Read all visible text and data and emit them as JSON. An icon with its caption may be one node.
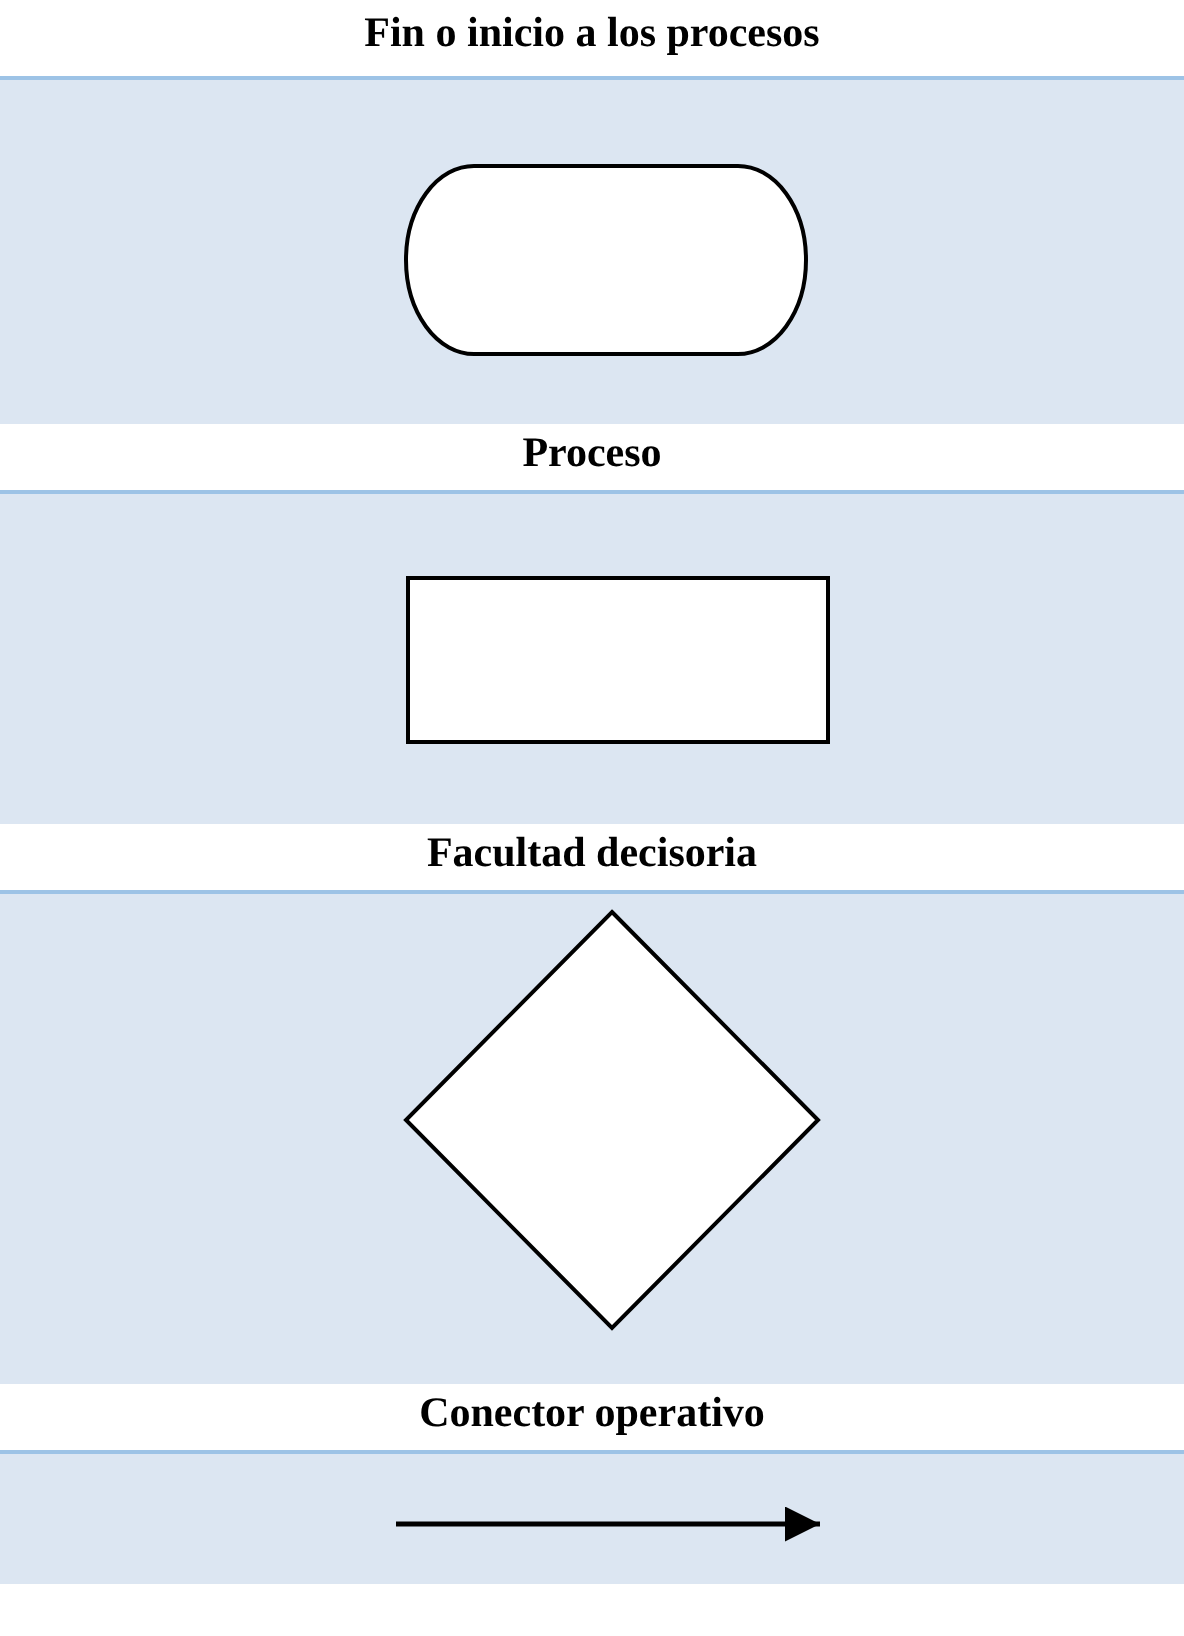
{
  "diagram": {
    "nodes": [
      {
        "text": [],
        "shape": "capsule"
      },
      {
        "text": [],
        "shape": "box"
      },
      {
        "text": [],
        "shape": "diamond"
      }
    ],
    "labels": [
      "Fin o inicio a los procesos",
      "Proceso",
      "Facultad decisoria",
      "Conector operativo"
    ]
  }
}
